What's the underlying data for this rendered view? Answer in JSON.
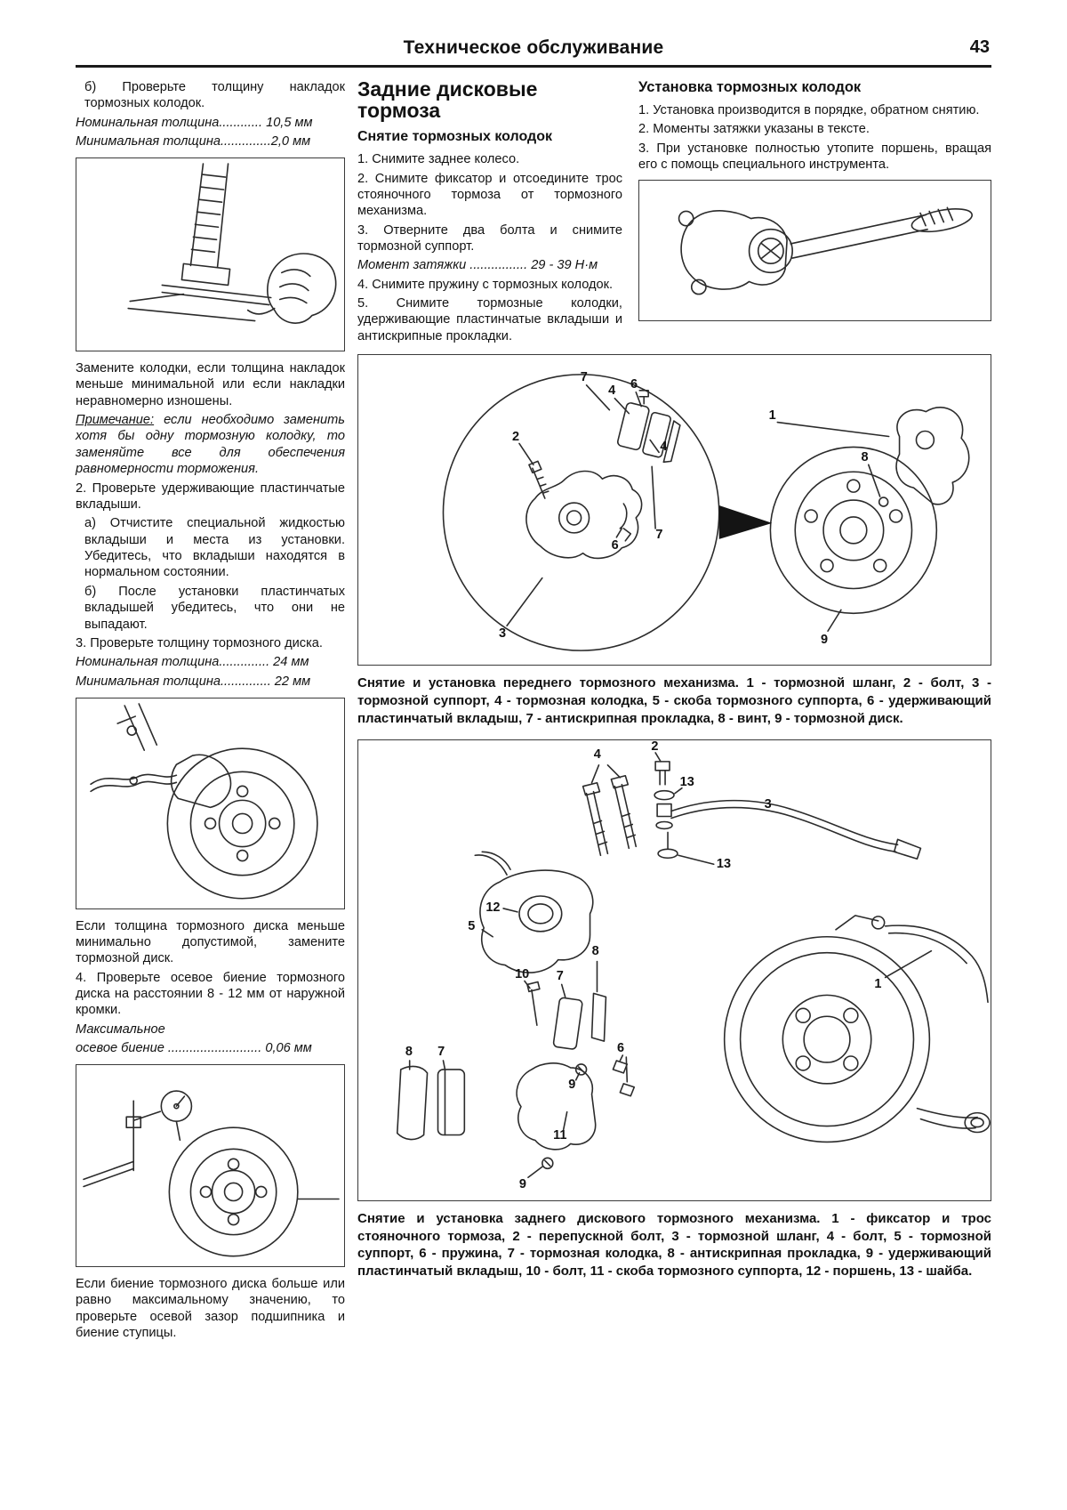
{
  "header": {
    "title": "Техническое обслуживание",
    "page_number": "43"
  },
  "left": {
    "p1": "б) Проверьте толщину накладок тормозных колодок.",
    "spec_nominal_pad": "Номинальная толщина............ 10,5 мм",
    "spec_min_pad": "Минимальная толщина..............2,0 мм",
    "p2": "Замените колодки, если толщина накладок меньше минимальной или если накладки неравномерно изношены.",
    "note_label": "Примечание:",
    "note_text": "если необходимо заменить хотя бы одну тормозную колодку, то заменяйте все для обеспечения равномерности торможения.",
    "p3": "2. Проверьте удерживающие пластинчатые вкладыши.",
    "p4": "а) Отчистите специальной жидкостью вкладыши и места из установки. Убедитесь, что вкладыши находятся в нормальном состоянии.",
    "p5": "б) После установки пластинчатых вкладышей убедитесь, что они не выпадают.",
    "p6": "3. Проверьте толщину тормозного диска.",
    "spec_nominal_disc": "Номинальная толщина.............. 24 мм",
    "spec_min_disc": "Минимальная толщина.............. 22 мм",
    "p7": "Если толщина тормозного диска меньше минимально допустимой, замените тормозной диск.",
    "p8": "4. Проверьте осевое биение тормозного диска на расстоянии 8 - 12 мм от наружной кромки.",
    "spec_runout_1": "Максимальное",
    "spec_runout_2": "осевое биение .......................... 0,06 мм",
    "p9": "Если биение тормозного диска больше или равно максимальному значению, то проверьте осевой зазор подшипника и биение ступицы."
  },
  "middle": {
    "h1": "Задние дисковые тормоза",
    "h2": "Снятие тормозных колодок",
    "s1": "1. Снимите заднее колесо.",
    "s2": "2. Снимите фиксатор и отсоедините трос стояночного тормоза от тормозного механизма.",
    "s3": "3. Отверните два болта и снимите тормозной суппорт.",
    "torque": "Момент затяжки ................ 29 - 39 Н·м",
    "s4": "4. Снимите пружину с тормозных колодок.",
    "s5": "5. Снимите тормозные колодки, удерживающие пластинчатые вкладыши и антискрипные прокладки."
  },
  "right": {
    "h2": "Установка тормозных колодок",
    "s1": "1. Установка производится в порядке, обратном снятию.",
    "s2": "2. Моменты затяжки указаны в тексте.",
    "s3": "3. При установке полностью утопите поршень, вращая его с помощь специального инструмента."
  },
  "captions": {
    "front": "Снятие и установка переднего тормозного механизма. 1 - тормозной шланг, 2 - болт, 3 - тормозной суппорт, 4 - тормозная колодка, 5 - скоба тормозного суппорта, 6 - удерживающий пластинчатый вкладыш, 7 - антискрипная прокладка, 8 - винт, 9 - тормозной диск.",
    "rear": "Снятие и установка заднего дискового тормозного механизма. 1 - фиксатор и трос стояночного тормоза, 2 - перепускной болт, 3 - тормозной шланг, 4 - болт, 5 - тормозной суппорт, 6 - пружина, 7 - тормозная колодка, 8 - антискрипная прокладка, 9 - удерживающий пластинчатый вкладыш, 10 - болт, 11 - скоба тормозного суппорта, 12 - поршень, 13 - шайба."
  },
  "figures": {
    "front": {
      "labels": [
        "7",
        "4",
        "6",
        "2",
        "4",
        "6",
        "7",
        "3",
        "1",
        "8",
        "9"
      ]
    },
    "rear": {
      "labels": [
        "4",
        "2",
        "13",
        "3",
        "13",
        "12",
        "5",
        "10",
        "7",
        "8",
        "6",
        "8",
        "7",
        "9",
        "11",
        "9",
        "1"
      ]
    }
  }
}
